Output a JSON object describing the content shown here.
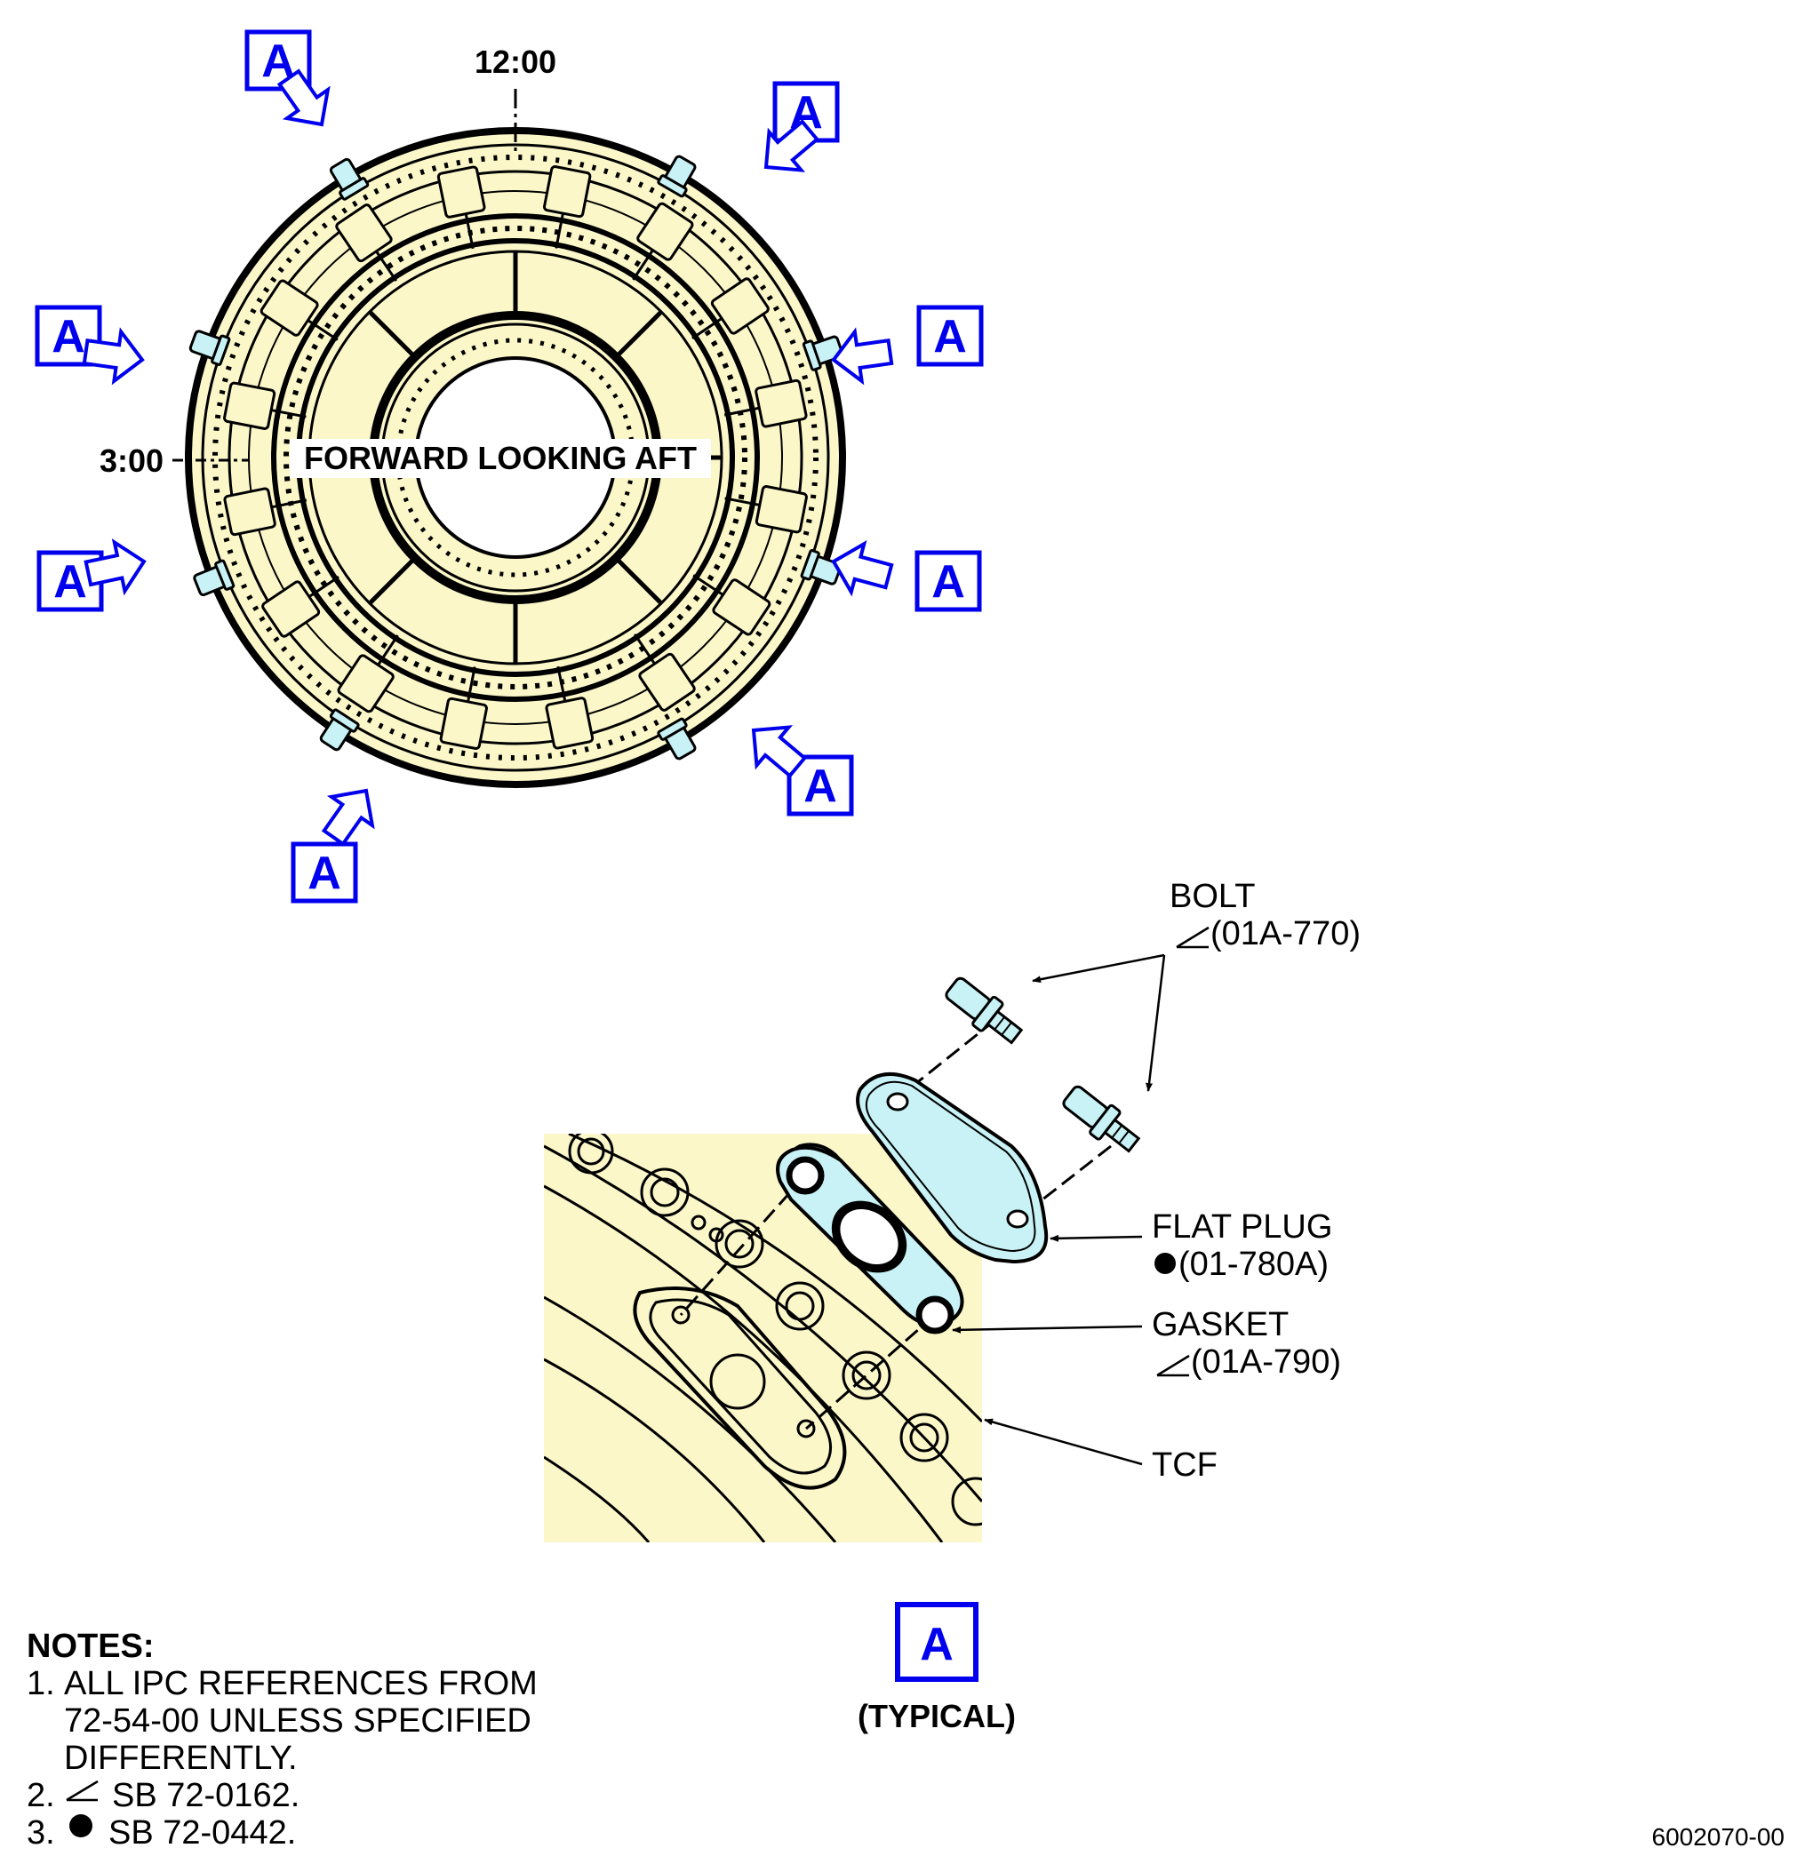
{
  "clock": {
    "top": "12:00",
    "left": "3:00"
  },
  "view_title": "FORWARD LOOKING AFT",
  "view_marker": "A",
  "view_caption": "(TYPICAL)",
  "parts": [
    {
      "name": "BOLT",
      "ref": "(01A-770)",
      "symbol": "triangle"
    },
    {
      "name": "FLAT PLUG",
      "ref": "(01-780A)",
      "symbol": "dot"
    },
    {
      "name": "GASKET",
      "ref": "(01A-790)",
      "symbol": "triangle"
    },
    {
      "name": "TCF",
      "ref": "",
      "symbol": ""
    }
  ],
  "notes": {
    "title": "NOTES:",
    "items": [
      {
        "num": "1.",
        "text": "ALL IPC REFERENCES FROM\n72-54-00 UNLESS SPECIFIED\nDIFFERENTLY."
      },
      {
        "num": "2.",
        "symbol": "triangle",
        "text": "SB 72-0162."
      },
      {
        "num": "3.",
        "symbol": "dot",
        "text": "SB 72-0442."
      }
    ]
  },
  "drawing_number": "6002070-00",
  "colors": {
    "part_fill": "#fbf7c9",
    "plug_fill": "#c8f2f5",
    "callout": "#0000ee",
    "arrow_fill": "#ffffff"
  }
}
